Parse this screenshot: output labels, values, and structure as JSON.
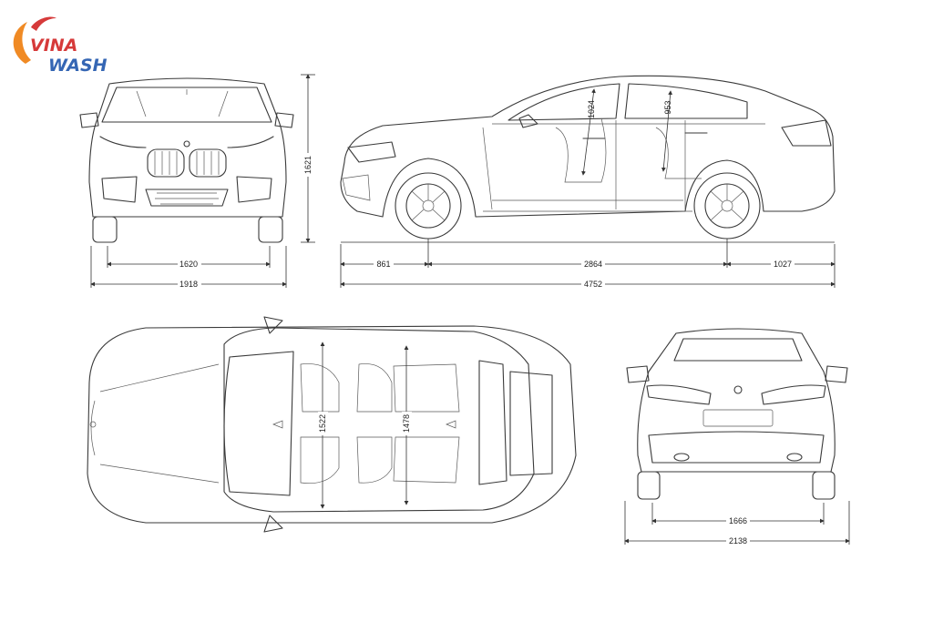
{
  "brand": {
    "line1": "VINA",
    "line2": "WASH",
    "colors": {
      "red": "#d63a3a",
      "orange": "#f08a24",
      "blue": "#3566b4"
    }
  },
  "views": {
    "front": {
      "height": "1621",
      "track": "1620",
      "width": "1918"
    },
    "side": {
      "front_overhang": "861",
      "wheelbase": "2864",
      "rear_overhang": "1027",
      "length": "4752",
      "front_headroom": "1024",
      "rear_headroom": "953"
    },
    "top": {
      "front_shoulder": "1522",
      "rear_shoulder": "1478"
    },
    "rear": {
      "track": "1666",
      "width": "2138"
    }
  },
  "icons": [
    "bmw-roundel-icon"
  ]
}
